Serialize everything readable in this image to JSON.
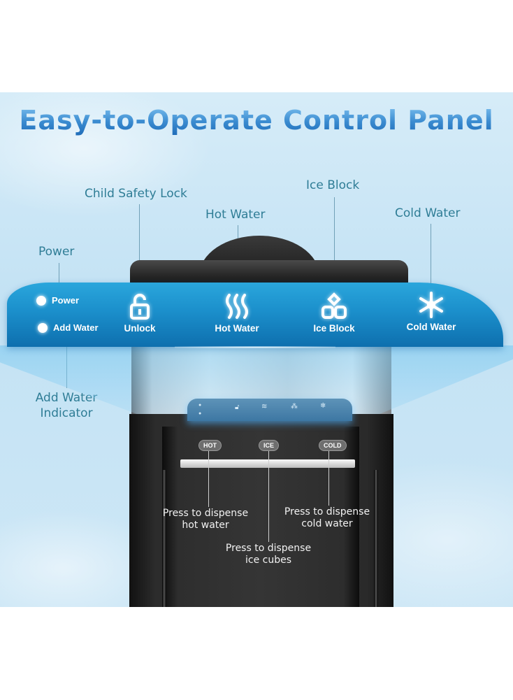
{
  "title": "Easy-to-Operate Control Panel",
  "callouts": {
    "child_safety_lock": "Child Safety Lock",
    "hot_water": "Hot Water",
    "ice_block": "Ice Block",
    "cold_water": "Cold Water",
    "power": "Power",
    "add_water_line1": "Add Water",
    "add_water_line2": "Indicator"
  },
  "panel": {
    "indicators": [
      {
        "label": "Power"
      },
      {
        "label": "Add Water"
      }
    ],
    "buttons": [
      {
        "label": "Unlock",
        "icon": "unlock-icon"
      },
      {
        "label": "Hot Water",
        "icon": "steam-icon"
      },
      {
        "label": "Ice Block",
        "icon": "ice-cubes-icon"
      },
      {
        "label": "Cold Water",
        "icon": "snowflake-icon"
      }
    ]
  },
  "dispenser": {
    "buttons": [
      "HOT",
      "ICE",
      "COLD"
    ],
    "hot_line1": "Press to dispense",
    "hot_line2": "hot water",
    "cold_line1": "Press to dispense",
    "cold_line2": "cold water",
    "ice_line1": "Press to dispense",
    "ice_line2": "ice cubes"
  },
  "colors": {
    "banner": "#1b8fcb",
    "callout_text": "#2f7d96",
    "title": "#3a8bd0"
  }
}
